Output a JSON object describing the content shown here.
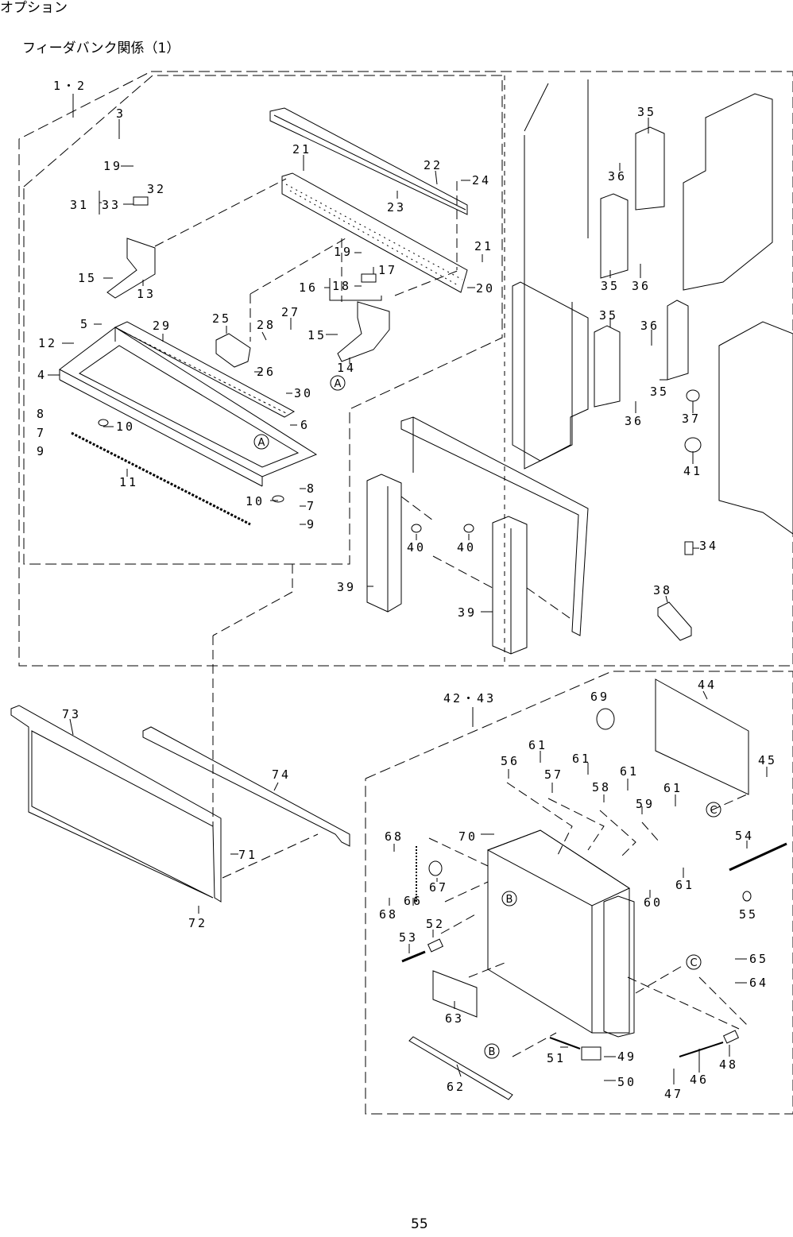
{
  "header": {
    "section": "オプション",
    "subtitle": "フィーダバンク関係（1）"
  },
  "page_number": "55",
  "refs": {
    "a": "A",
    "b": "B",
    "c": "C"
  },
  "labels": {
    "p1_2": "1・2",
    "p3": "3",
    "p4": "4",
    "p5": "5",
    "p6": "6",
    "p7a": "7",
    "p7b": "7",
    "p8a": "8",
    "p8b": "8",
    "p9a": "9",
    "p9b": "9",
    "p10a": "10",
    "p10b": "10",
    "p11": "11",
    "p12": "12",
    "p13": "13",
    "p14": "14",
    "p15a": "15",
    "p15b": "15",
    "p16": "16",
    "p17": "17",
    "p18": "18",
    "p19a": "19",
    "p19b": "19",
    "p20": "20",
    "p21a": "21",
    "p21b": "21",
    "p22": "22",
    "p23": "23",
    "p24": "24",
    "p25": "25",
    "p26": "26",
    "p27": "27",
    "p28": "28",
    "p29": "29",
    "p30": "30",
    "p31": "31",
    "p32": "32",
    "p33": "33",
    "p34": "34",
    "p35a": "35",
    "p35b": "35",
    "p35c": "35",
    "p35d": "35",
    "p36a": "36",
    "p36b": "36",
    "p36c": "36",
    "p36d": "36",
    "p37": "37",
    "p38": "38",
    "p39a": "39",
    "p39b": "39",
    "p40a": "40",
    "p40b": "40",
    "p41": "41",
    "p42_43": "42・43",
    "p44": "44",
    "p45": "45",
    "p46": "46",
    "p47": "47",
    "p48": "48",
    "p49": "49",
    "p50": "50",
    "p51": "51",
    "p52": "52",
    "p53": "53",
    "p54": "54",
    "p55": "55",
    "p56": "56",
    "p57": "57",
    "p58": "58",
    "p59": "59",
    "p60": "60",
    "p61a": "61",
    "p61b": "61",
    "p61c": "61",
    "p61d": "61",
    "p61e": "61",
    "p62": "62",
    "p63": "63",
    "p64": "64",
    "p65": "65",
    "p66": "66",
    "p67": "67",
    "p68a": "68",
    "p68b": "68",
    "p69": "69",
    "p70": "70",
    "p71": "71",
    "p72": "72",
    "p73": "73",
    "p74": "74"
  }
}
